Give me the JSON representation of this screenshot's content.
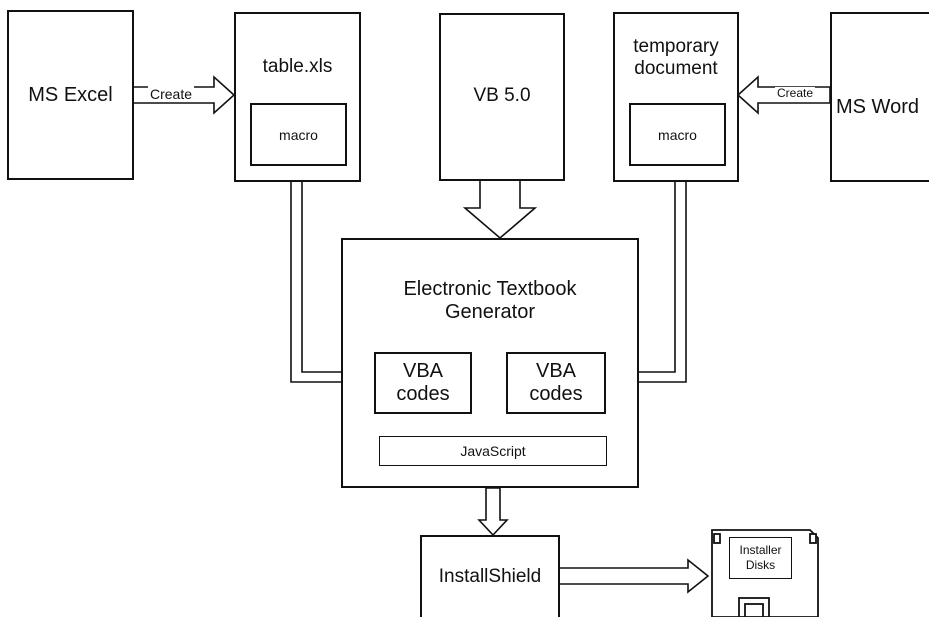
{
  "nodes": {
    "ms_excel": "MS Excel",
    "table_xls": "table.xls",
    "excel_macro": "macro",
    "vb": "VB 5.0",
    "temporary_document": "temporary document",
    "word_macro": "macro",
    "ms_word": "MS Word",
    "generator_title": "Electronic Textbook Generator",
    "vba_codes_left": "VBA codes",
    "vba_codes_right": "VBA codes",
    "javascript": "JavaScript",
    "installshield": "InstallShield",
    "installer_disks": "Installer Disks"
  },
  "edges": {
    "excel_create": "Create",
    "word_create": "Create"
  }
}
